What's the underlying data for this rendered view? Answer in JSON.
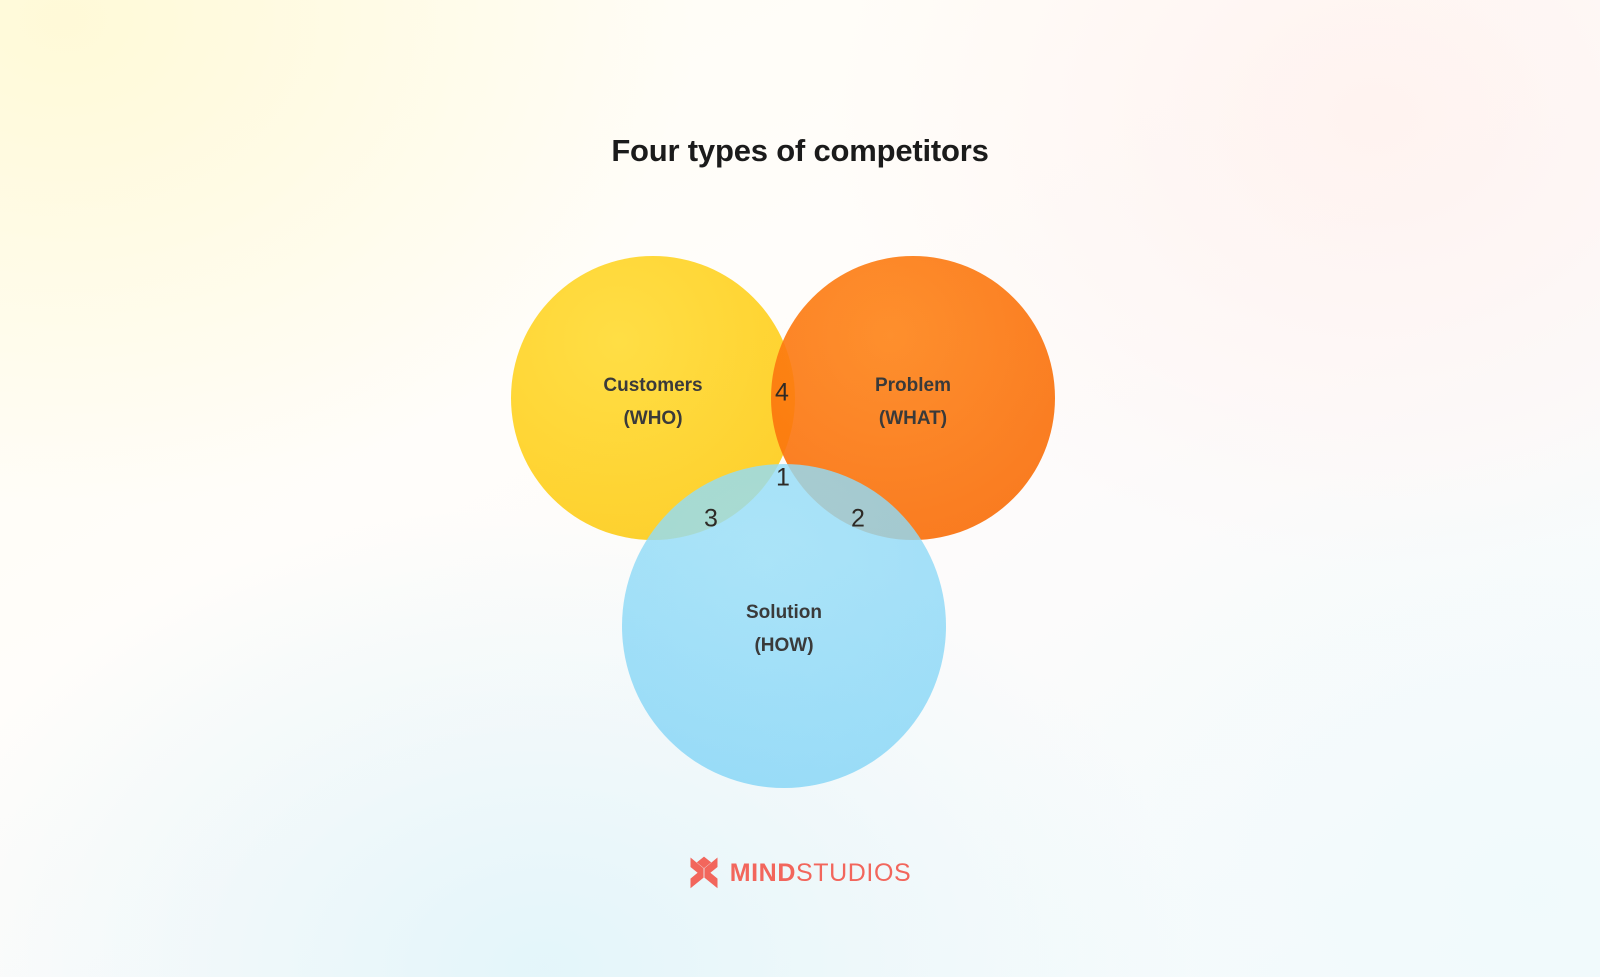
{
  "page": {
    "title": "Four types of competitors",
    "background_colors": {
      "top_left": "#FFFDF3",
      "top_right": "#FFFDFA",
      "bottom_left": "#F7FCFC",
      "bottom_center": "#EFF8FB"
    }
  },
  "chart_data": {
    "type": "venn",
    "title": "Four types of competitors",
    "sets": [
      {
        "id": "customers",
        "label": "Customers",
        "sublabel": "(WHO)",
        "color": "#FFD629"
      },
      {
        "id": "problem",
        "label": "Problem",
        "sublabel": "(WHAT)",
        "color": "#FF7A10"
      },
      {
        "id": "solution",
        "label": "Solution",
        "sublabel": "(HOW)",
        "color": "#92DEFB"
      }
    ],
    "regions": [
      {
        "id": "customers-problem-solution",
        "sets": [
          "customers",
          "problem",
          "solution"
        ],
        "value": "1"
      },
      {
        "id": "problem-solution",
        "sets": [
          "problem",
          "solution"
        ],
        "value": "2"
      },
      {
        "id": "customers-solution",
        "sets": [
          "customers",
          "solution"
        ],
        "value": "3"
      },
      {
        "id": "customers-problem",
        "sets": [
          "customers",
          "problem"
        ],
        "value": "4"
      }
    ],
    "legend": "none",
    "grid": false
  },
  "footer": {
    "logo_mark": "mindstudios-shield-icon",
    "brand_bold": "MIND",
    "brand_light": "STUDIOS",
    "brand_color": "#F2665C"
  }
}
